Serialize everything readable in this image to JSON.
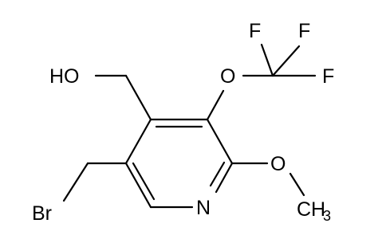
{
  "molecule": {
    "atoms": {
      "hydroxyl": "HO",
      "ether_oxygen_top": "O",
      "fluorine_1": "F",
      "fluorine_2": "F",
      "fluorine_3": "F",
      "ring_nitrogen": "N",
      "methoxy_oxygen": "O",
      "methyl_carbon": "CH",
      "methyl_subscript": "3",
      "bromine": "Br"
    },
    "colors": {
      "bond": "#000000",
      "text": "#000000",
      "background": "#ffffff"
    }
  }
}
